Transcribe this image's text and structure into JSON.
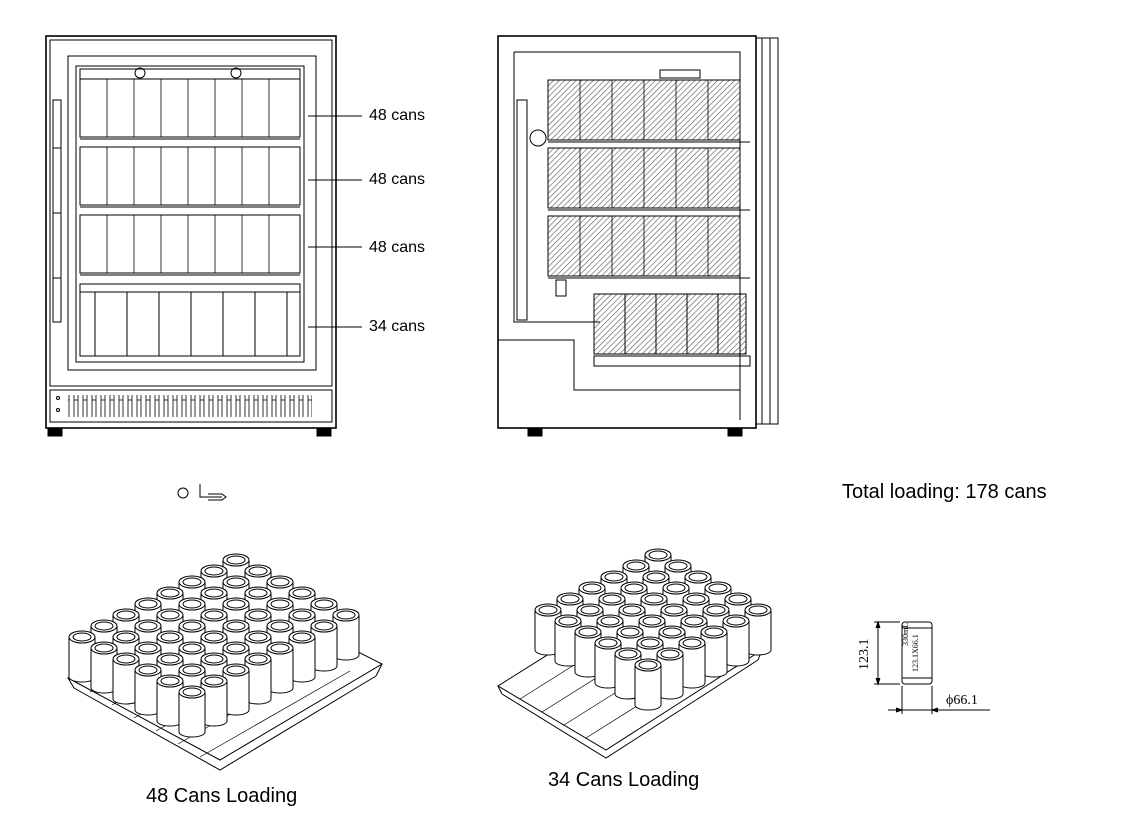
{
  "shelf_labels": [
    "48 cans",
    "48 cans",
    "48 cans",
    "34 cans"
  ],
  "total_loading": "Total loading: 178 cans",
  "captions": {
    "left_tray": "48 Cans Loading",
    "right_tray": "34 Cans Loading"
  },
  "can_print": {
    "line1": "330mL",
    "line2": "123.1X66.1"
  },
  "can_dimensions": {
    "height": "123.1",
    "diameter": "ϕ66.1"
  },
  "icons": [
    "projection-symbol-icon"
  ]
}
